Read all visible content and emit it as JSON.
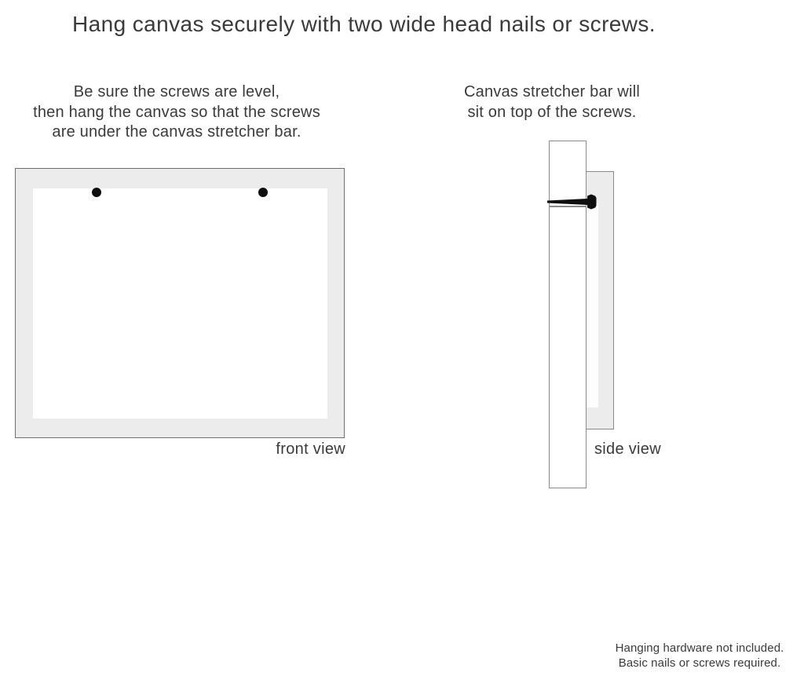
{
  "title": "Hang canvas securely with two wide head nails or screws.",
  "front_view": {
    "instructions": [
      "Be sure the screws are level,",
      "then hang the canvas so that the screws",
      "are under the canvas stretcher bar."
    ],
    "label": "front view",
    "nail_dot_count": 2
  },
  "side_view": {
    "instructions": [
      "Canvas stretcher bar will",
      "sit on top of the screws."
    ],
    "label": "side view"
  },
  "footer": {
    "lines": [
      "Hanging hardware not included.",
      "Basic nails or screws required."
    ]
  },
  "colors": {
    "frame_fill": "#ececec",
    "frame_border": "#8a8a8a",
    "outer_border": "#6e6e6e",
    "nail_black": "#0e0e0e",
    "text": "#3a3a3a"
  }
}
